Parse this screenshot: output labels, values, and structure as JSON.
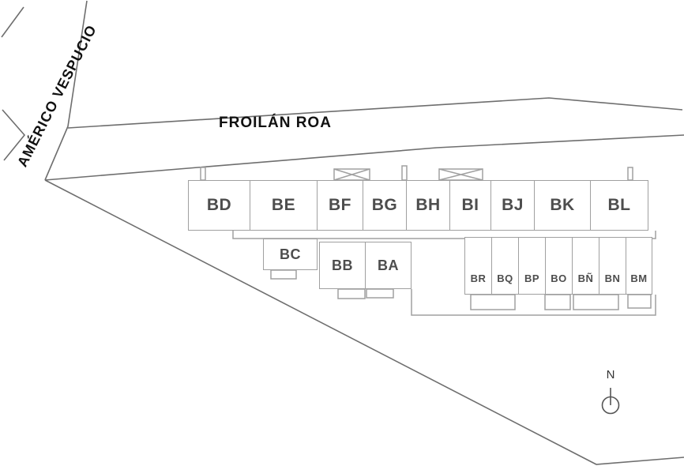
{
  "streets": {
    "americo_vespucio": "AMÉRICO VESPUCIO",
    "froilan_roa": "FROILÁN ROA"
  },
  "compass": {
    "north": "N"
  },
  "buildings": {
    "top_row": [
      "BD",
      "BE",
      "BF",
      "BG",
      "BH",
      "BI",
      "BJ",
      "BK",
      "BL"
    ],
    "mid_cluster": {
      "bc": "BC",
      "bb": "BB",
      "ba": "BA"
    },
    "small_row": [
      "BR",
      "BQ",
      "BP",
      "BO",
      "BÑ",
      "BN",
      "BM"
    ]
  },
  "colors": {
    "road_line": "#6e6e6e",
    "building_line": "#a0a0a0",
    "label_text": "#4d4d4d",
    "street_text": "#111111"
  }
}
